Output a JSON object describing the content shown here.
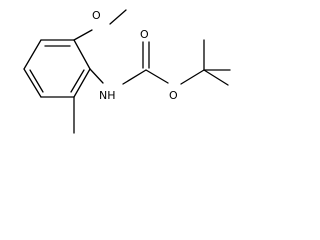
{
  "molecule": {
    "atoms": {
      "methoxy_oxygen": "O",
      "carbonyl_oxygen": "O",
      "ester_oxygen": "O",
      "amine": "NH"
    }
  },
  "colors": {
    "bond": "#000000",
    "label": "#000000",
    "background": "#ffffff"
  }
}
